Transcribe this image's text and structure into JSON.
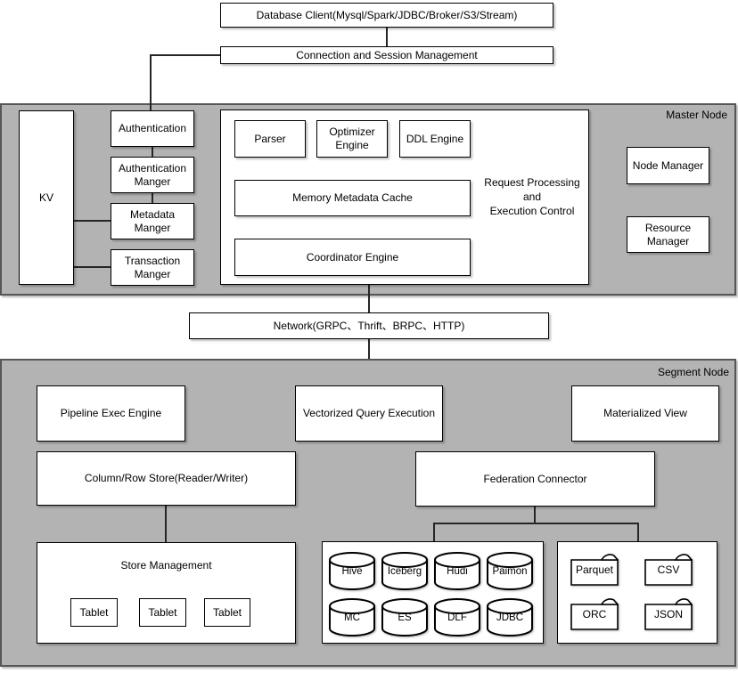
{
  "client": {
    "label": "Database Client(Mysql/Spark/JDBC/Broker/S3/Stream)"
  },
  "connection": {
    "label": "Connection and Session Management"
  },
  "network": {
    "label": "Network(GRPC、Thrift、BRPC、HTTP)"
  },
  "master_node": {
    "title": "Master Node",
    "kv_label": "KV",
    "auth_stack": [
      "Authentication",
      "Authentication Manger",
      "Metadata Manger",
      "Transaction Manger"
    ],
    "request_processing": {
      "caption_lines": [
        "Request Processing",
        "and",
        "Execution Control"
      ],
      "parser": "Parser",
      "optimizer_engine": "Optimizer Engine",
      "ddl_engine": "DDL Engine",
      "memory_metadata_cache": "Memory Metadata Cache",
      "coordinator_engine": "Coordinator Engine"
    },
    "node_manager": "Node Manager",
    "resource_manager": "Resource Manager"
  },
  "segment_node": {
    "title": "Segment Node",
    "pipeline_exec_engine": "Pipeline Exec Engine",
    "vectorized_query_execution": "Vectorized Query Execution",
    "materialized_view": "Materialized View",
    "column_row_store": "Column/Row Store(Reader/Writer)",
    "federation_connector": "Federation Connector",
    "store_management": {
      "label": "Store Management",
      "tablets": [
        "Tablet",
        "Tablet",
        "Tablet"
      ]
    },
    "catalogs": [
      "Hive",
      "Iceberg",
      "Hudi",
      "Paimon",
      "MC",
      "ES",
      "DLF",
      "JDBC"
    ],
    "file_formats": [
      "Parquet",
      "CSV",
      "ORC",
      "JSON"
    ]
  },
  "colors": {
    "node_fill": "#b3b3b3",
    "node_border": "#565656",
    "box_fill": "#ffffff",
    "box_border": "#000000",
    "connector": "#262626",
    "canvas": "#ffffff"
  }
}
